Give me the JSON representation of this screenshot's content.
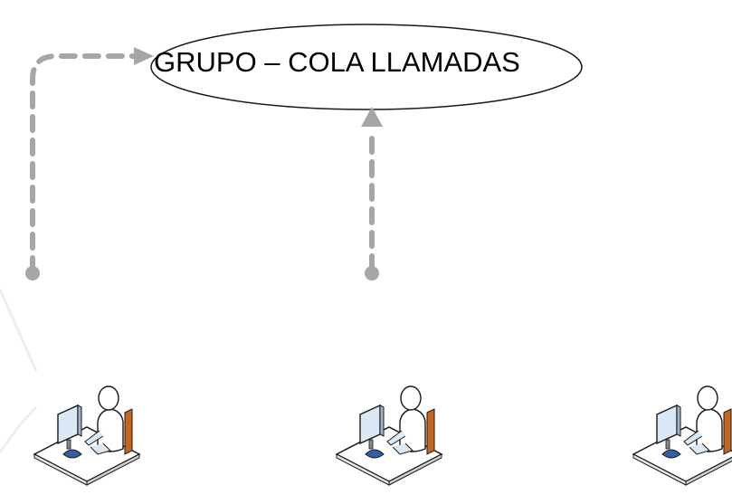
{
  "diagram": {
    "queue_node": {
      "label": "GRUPO – COLA LLAMADAS",
      "shape": "ellipse"
    },
    "connectors": [
      {
        "from": "agent-1",
        "to": "queue",
        "style": "dashed-arrow",
        "color": "#a6a6a6"
      },
      {
        "from": "agent-2",
        "to": "queue",
        "style": "dashed-arrow",
        "color": "#a6a6a6"
      }
    ],
    "agents": [
      {
        "icon": "agent-workstation-icon"
      },
      {
        "icon": "agent-workstation-icon"
      },
      {
        "icon": "agent-workstation-icon"
      }
    ],
    "colors": {
      "connector": "#a6a6a6",
      "desk_top": "#ffffff",
      "desk_side": "#c8641e",
      "monitor_screen": "#dbe8f5",
      "chair_blue": "#2f5fa5",
      "outline": "#1a1a1a"
    }
  }
}
